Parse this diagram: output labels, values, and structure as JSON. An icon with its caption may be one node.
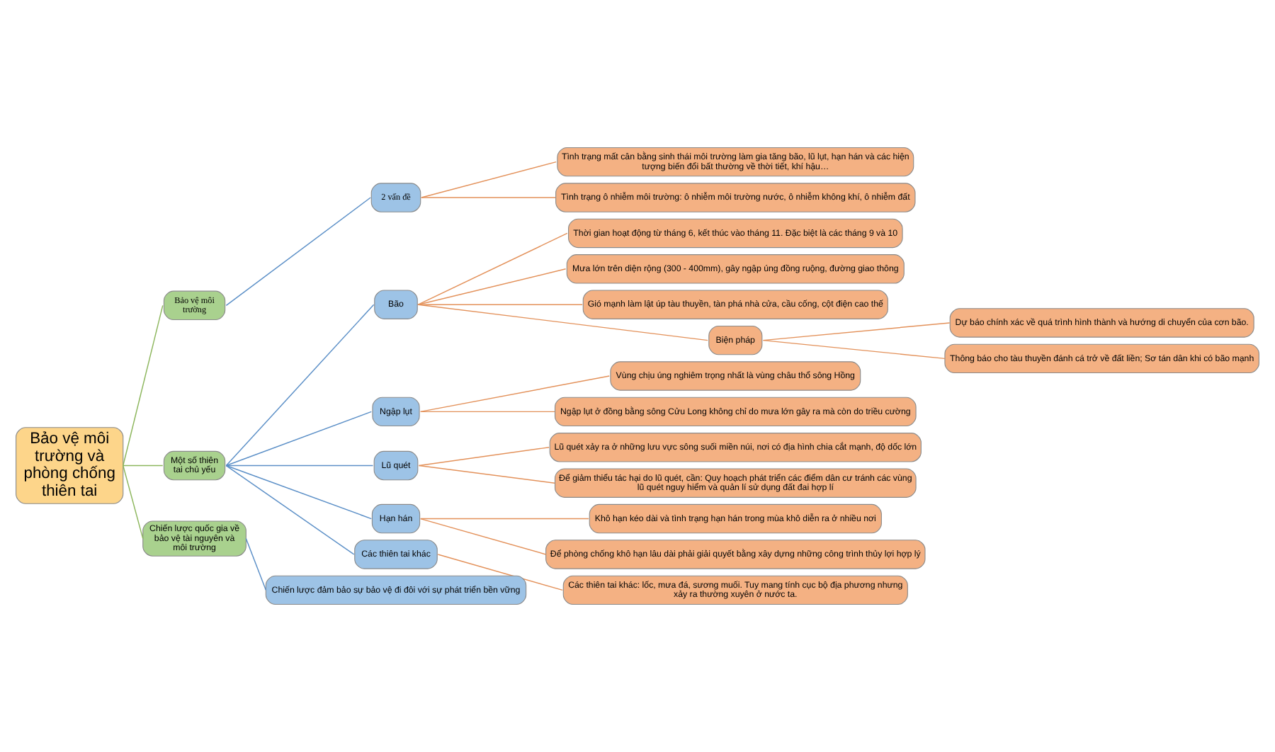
{
  "diagram": {
    "nodes": [
      {
        "text": [
          "Bảo vệ môi trường và phòng chống thiên tai"
        ]
      },
      {
        "text": [
          "Bảo vệ môi trường"
        ]
      },
      {
        "text": [
          "2 vấn đề"
        ]
      },
      {
        "text": [
          "Tình trạng mất cân bằng sinh thái môi trường làm gia tăng bão, lũ lụt, hạn hán và các hiện tượng biến đổi bất thường về thời tiết, khí hậu…"
        ]
      },
      {
        "text": [
          "Tình trạng ô nhiễm môi trường: ô nhiễm môi trường nước, ô nhiễm không khí, ô nhiễm đất"
        ]
      },
      {
        "text": [
          "Một số thiên tai chủ yếu"
        ]
      },
      {
        "text": [
          "Bão"
        ]
      },
      {
        "text": [
          "Thời gian hoạt động từ tháng 6, kết thúc vào tháng 11. Đặc biệt là các tháng 9 và 10"
        ]
      },
      {
        "text": [
          "Mưa lớn trên diện rộng (300 - 400mm), gây ngập úng đồng ruộng, đường giao thông"
        ]
      },
      {
        "text": [
          "Gió mạnh làm lật úp tàu thuyền, tàn phá nhà cửa, cầu cống, cột điện cao thế"
        ]
      },
      {
        "text": [
          "Biện pháp"
        ]
      },
      {
        "text": [
          "Dự báo chính xác về quá trình hình thành và hướng di chuyển của cơn bão."
        ]
      },
      {
        "text": [
          "Thông báo cho tàu thuyền đánh cá trở về đất liền; Sơ tán dân khi có bão mạnh"
        ]
      },
      {
        "text": [
          "Ngập lụt"
        ]
      },
      {
        "text": [
          "Vùng chịu úng nghiêm trọng nhất là vùng châu thổ sông Hồng"
        ]
      },
      {
        "text": [
          "Ngập lụt ở đồng bằng sông Cửu Long không chỉ do mưa lớn gây ra mà còn do triều cường"
        ]
      },
      {
        "text": [
          "Lũ quét"
        ]
      },
      {
        "text": [
          "Lũ quét xảy ra ở những lưu vực sông suối miền núi, nơi có địa hình chia cắt mạnh, độ dốc lớn"
        ]
      },
      {
        "text": [
          "Để giảm thiểu tác hại do lũ quét, cần: Quy hoạch phát triển các điểm dân cư tránh các vùng lũ quét nguy hiểm và quản lí sử dụng đất đai hợp lí"
        ]
      },
      {
        "text": [
          "Hạn hán"
        ]
      },
      {
        "text": [
          "Khô hạn kéo dài và tình trạng hạn hán trong mùa khô diễn ra ở nhiều nơi"
        ]
      },
      {
        "text": [
          "Để phòng chống khô hạn lâu dài phải giải quyết bằng xây dựng những công trình thủy lợi hợp lý"
        ]
      },
      {
        "text": [
          "Các thiên tai khác"
        ]
      },
      {
        "text": [
          "Các thiên tai khác: lốc, mưa đá, sương muối. Tuy mang tính cục bộ địa phương nhưng xảy ra thường xuyên ở nước ta."
        ]
      },
      {
        "text": [
          "Chiến lược quốc gia về bảo vệ tài nguyên và môi trường"
        ]
      },
      {
        "text": [
          "Chiến lược đảm bảo sự bảo vệ đi đôi với sự phát triển bền vững"
        ]
      }
    ],
    "edges": [
      {
        "from": 0,
        "to": 1,
        "arrow": "none",
        "color": "#8cb65c"
      },
      {
        "from": 1,
        "to": 2,
        "arrow": "none",
        "color": "#5b8fc7"
      },
      {
        "from": 2,
        "to": 3,
        "arrow": "none"
      },
      {
        "from": 2,
        "to": 4,
        "arrow": "none"
      },
      {
        "from": 0,
        "to": 5,
        "arrow": "none",
        "color": "#8cb65c"
      },
      {
        "from": 5,
        "to": 6,
        "arrow": "none",
        "color": "#5b8fc7"
      },
      {
        "from": 6,
        "to": 7,
        "arrow": "none"
      },
      {
        "from": 6,
        "to": 8,
        "arrow": "none"
      },
      {
        "from": 6,
        "to": 9,
        "arrow": "none"
      },
      {
        "from": 6,
        "to": 10,
        "arrow": "none"
      },
      {
        "from": 10,
        "to": 11,
        "arrow": "none"
      },
      {
        "from": 10,
        "to": 12,
        "arrow": "none"
      },
      {
        "from": 5,
        "to": 13,
        "arrow": "none",
        "color": "#5b8fc7"
      },
      {
        "from": 13,
        "to": 14,
        "arrow": "none"
      },
      {
        "from": 13,
        "to": 15,
        "arrow": "none"
      },
      {
        "from": 5,
        "to": 16,
        "arrow": "none",
        "color": "#5b8fc7"
      },
      {
        "from": 16,
        "to": 17,
        "arrow": "none"
      },
      {
        "from": 16,
        "to": 18,
        "arrow": "none"
      },
      {
        "from": 5,
        "to": 19,
        "arrow": "none",
        "color": "#5b8fc7"
      },
      {
        "from": 19,
        "to": 20,
        "arrow": "none"
      },
      {
        "from": 19,
        "to": 21,
        "arrow": "none"
      },
      {
        "from": 5,
        "to": 22,
        "arrow": "none",
        "color": "#5b8fc7"
      },
      {
        "from": 22,
        "to": 23,
        "arrow": "none"
      },
      {
        "from": 0,
        "to": 24,
        "arrow": "none",
        "color": "#8cb65c"
      },
      {
        "from": 24,
        "to": 25,
        "arrow": "none",
        "color": "#5b8fc7"
      }
    ]
  }
}
